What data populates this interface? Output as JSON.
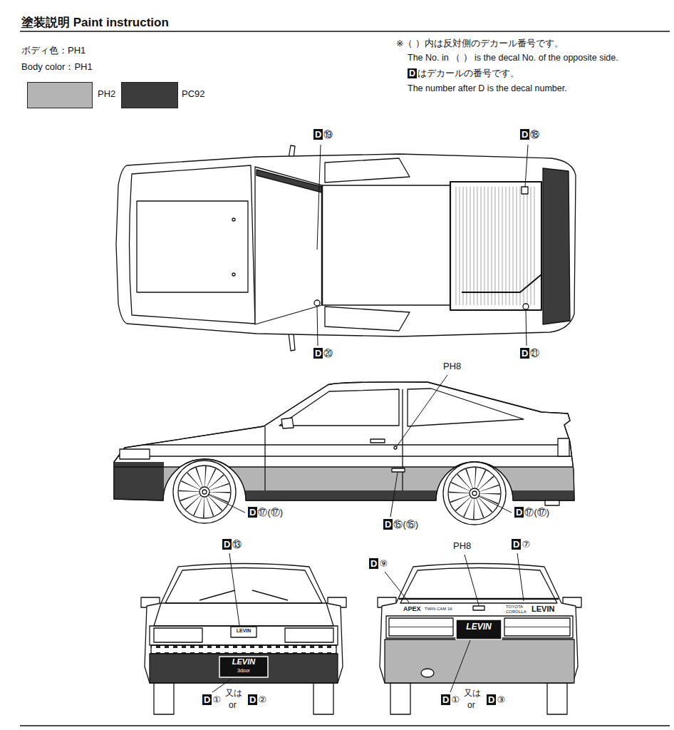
{
  "diagram": {
    "title": "塗装説明 Paint instruction",
    "labels": [
      "ボディ色：PH1",
      "Body color：PH1",
      "※（ ）内は反対側のデカール番号です。",
      "The No. in （ ） is the decal No. of the opposite side.",
      "Dはデカールの番号です。",
      "The number after D is the decal number.",
      "D⑲",
      "D⑱",
      "D⑳",
      "D㉑",
      "PH8",
      "D⑰(⑰)",
      "D⑮(⑮)",
      "D⑰(⑰)",
      "D⑬",
      "PH8",
      "D⑦",
      "D⑨",
      "D①",
      "又は",
      "or",
      "D②",
      "D①",
      "又は",
      "or",
      "D③",
      "LEVIN",
      "LEVIN",
      "3door",
      "APEX",
      "TWIN CAM 16",
      "TOYOTA COROLLA",
      "LEVIN",
      "LEVIN"
    ],
    "legend": [
      {
        "text": "PH2",
        "color": "#b4b4b4"
      },
      {
        "text": "PC92",
        "color": "#3c3c3c"
      }
    ]
  }
}
